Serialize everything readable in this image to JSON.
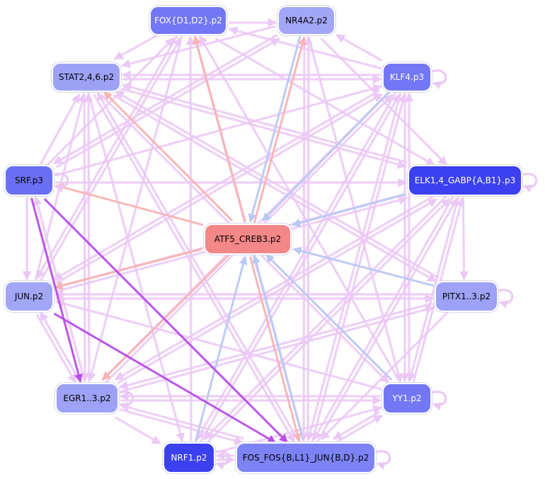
{
  "nodes": [
    {
      "id": "fox",
      "label": "FOX{D1,D2}.p2",
      "fill": "#7377f5",
      "text": "#ffffff"
    },
    {
      "id": "nr4",
      "label": "NR4A2.p2",
      "fill": "#a2a6f6",
      "text": "#000000"
    },
    {
      "id": "stat",
      "label": "STAT2,4,6.p2",
      "fill": "#9da2f6",
      "text": "#000000"
    },
    {
      "id": "klf",
      "label": "KLF4.p3",
      "fill": "#7377f5",
      "text": "#ffffff"
    },
    {
      "id": "srf",
      "label": "SRF.p3",
      "fill": "#6a6ff4",
      "text": "#000000"
    },
    {
      "id": "elk",
      "label": "ELK1,4_GABP{A,B1}.p3",
      "fill": "#3b40f0",
      "text": "#ffffff"
    },
    {
      "id": "atf",
      "label": "ATF5_CREB3.p2",
      "fill": "#f48787",
      "text": "#000000"
    },
    {
      "id": "jun",
      "label": "JUN.p2",
      "fill": "#a2a6f6",
      "text": "#000000"
    },
    {
      "id": "pitx",
      "label": "PITX1..3.p2",
      "fill": "#9da2f6",
      "text": "#000000"
    },
    {
      "id": "egr",
      "label": "EGR1..3.p2",
      "fill": "#9da2f6",
      "text": "#000000"
    },
    {
      "id": "yy1",
      "label": "YY1.p2",
      "fill": "#7377f5",
      "text": "#ffffff"
    },
    {
      "id": "nrf",
      "label": "NRF1.p2",
      "fill": "#3b40f0",
      "text": "#ffffff"
    },
    {
      "id": "fos",
      "label": "FOS_FOS{B,L1}_JUN{B,D}.p2",
      "fill": "#7d82f5",
      "text": "#000000"
    }
  ],
  "edge_colors": {
    "default": "#ebc8f5",
    "red": "#f9b3b3",
    "blue": "#bac8f5",
    "purple": "#b84de8"
  },
  "edges": [
    [
      "fox",
      "nr4",
      "default"
    ],
    [
      "klf",
      "nr4",
      "default"
    ],
    [
      "klf",
      "fox",
      "default"
    ],
    [
      "stat",
      "klf",
      "default"
    ],
    [
      "klf",
      "stat",
      "default"
    ],
    [
      "stat",
      "elk",
      "default"
    ],
    [
      "elk",
      "stat",
      "default"
    ],
    [
      "stat",
      "pitx",
      "default"
    ],
    [
      "stat",
      "fos",
      "default"
    ],
    [
      "stat",
      "yy1",
      "default"
    ],
    [
      "fox",
      "elk",
      "default"
    ],
    [
      "fox",
      "egr",
      "default"
    ],
    [
      "fox",
      "jun",
      "default"
    ],
    [
      "fox",
      "stat",
      "default"
    ],
    [
      "nr4",
      "stat",
      "default"
    ],
    [
      "nr4",
      "srf",
      "default"
    ],
    [
      "nr4",
      "elk",
      "default"
    ],
    [
      "nr4",
      "fos",
      "default"
    ],
    [
      "srf",
      "fox",
      "default"
    ],
    [
      "srf",
      "klf",
      "default"
    ],
    [
      "srf",
      "elk",
      "default"
    ],
    [
      "srf",
      "nr4",
      "default"
    ],
    [
      "srf",
      "stat",
      "default"
    ],
    [
      "klf",
      "jun",
      "default"
    ],
    [
      "klf",
      "egr",
      "default"
    ],
    [
      "klf",
      "nrf",
      "default"
    ],
    [
      "klf",
      "fos",
      "default"
    ],
    [
      "klf",
      "yy1",
      "default"
    ],
    [
      "elk",
      "jun",
      "default"
    ],
    [
      "elk",
      "egr",
      "default"
    ],
    [
      "elk",
      "nrf",
      "default"
    ],
    [
      "elk",
      "fos",
      "default"
    ],
    [
      "elk",
      "yy1",
      "default"
    ],
    [
      "elk",
      "pitx",
      "default"
    ],
    [
      "jun",
      "pitx",
      "default"
    ],
    [
      "jun",
      "fox",
      "default"
    ],
    [
      "jun",
      "klf",
      "default"
    ],
    [
      "jun",
      "elk",
      "default"
    ],
    [
      "jun",
      "stat",
      "default"
    ],
    [
      "jun",
      "egr",
      "default"
    ],
    [
      "egr",
      "jun",
      "default"
    ],
    [
      "egr",
      "srf",
      "default"
    ],
    [
      "egr",
      "stat",
      "default"
    ],
    [
      "egr",
      "klf",
      "default"
    ],
    [
      "egr",
      "elk",
      "default"
    ],
    [
      "egr",
      "pitx",
      "default"
    ],
    [
      "egr",
      "yy1",
      "default"
    ],
    [
      "egr",
      "nrf",
      "default"
    ],
    [
      "egr",
      "fos",
      "default"
    ],
    [
      "pitx",
      "jun",
      "default"
    ],
    [
      "pitx",
      "stat",
      "default"
    ],
    [
      "pitx",
      "egr",
      "default"
    ],
    [
      "pitx",
      "fos",
      "default"
    ],
    [
      "yy1",
      "elk",
      "default"
    ],
    [
      "yy1",
      "klf",
      "default"
    ],
    [
      "yy1",
      "egr",
      "default"
    ],
    [
      "yy1",
      "fos",
      "default"
    ],
    [
      "yy1",
      "jun",
      "default"
    ],
    [
      "yy1",
      "fox",
      "default"
    ],
    [
      "nrf",
      "fos",
      "default"
    ],
    [
      "nrf",
      "yy1",
      "default"
    ],
    [
      "nrf",
      "fox",
      "default"
    ],
    [
      "nrf",
      "klf",
      "default"
    ],
    [
      "nrf",
      "elk",
      "default"
    ],
    [
      "fos",
      "nrf",
      "default"
    ],
    [
      "fos",
      "klf",
      "default"
    ],
    [
      "fos",
      "elk",
      "default"
    ],
    [
      "fos",
      "fox",
      "default"
    ],
    [
      "fos",
      "stat",
      "default"
    ],
    [
      "fos",
      "egr",
      "default"
    ],
    [
      "fos",
      "yy1",
      "default"
    ],
    [
      "fos",
      "nr4",
      "default"
    ],
    [
      "stat",
      "egr",
      "default"
    ],
    [
      "stat",
      "nrf",
      "default"
    ],
    [
      "nr4",
      "yy1",
      "default"
    ],
    [
      "srf",
      "jun",
      "default"
    ],
    [
      "atf",
      "fox",
      "red"
    ],
    [
      "atf",
      "stat",
      "red"
    ],
    [
      "atf",
      "srf",
      "red"
    ],
    [
      "atf",
      "jun",
      "red"
    ],
    [
      "atf",
      "egr",
      "red"
    ],
    [
      "atf",
      "nr4",
      "red"
    ],
    [
      "atf",
      "fos",
      "red"
    ],
    [
      "klf",
      "atf",
      "blue"
    ],
    [
      "nr4",
      "atf",
      "blue"
    ],
    [
      "elk",
      "atf",
      "blue"
    ],
    [
      "pitx",
      "atf",
      "blue"
    ],
    [
      "yy1",
      "atf",
      "blue"
    ],
    [
      "nrf",
      "atf",
      "blue"
    ],
    [
      "fos",
      "atf",
      "blue"
    ],
    [
      "srf",
      "egr",
      "purple"
    ],
    [
      "srf",
      "fos",
      "purple"
    ],
    [
      "jun",
      "fos",
      "purple"
    ]
  ],
  "self_loops": [
    "klf",
    "srf",
    "elk",
    "pitx",
    "egr",
    "yy1",
    "nrf",
    "fos"
  ]
}
